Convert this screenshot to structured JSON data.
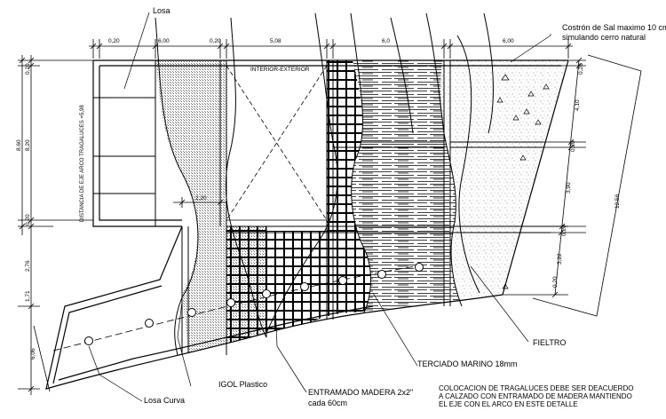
{
  "labels": {
    "losa": "Losa",
    "costron_line1": "Costrón de Sal maximo 10 cm",
    "costron_line2": "simulando cerro natural",
    "interior_exterior": "INTERIOR-EXTERIOR",
    "fieltro": "FIELTRO",
    "terciado": "TERCIADO MARINO 18mm",
    "entramado_line1": "ENTRAMADO MADERA 2x2\"",
    "entramado_line2": "cada 60cm",
    "igol": "IGOL Plastico",
    "losa_curva": "Losa Curva",
    "note_line1": "COLOCACION DE TRAGALUCES DEBE SER DEACUERDO",
    "note_line2": "A CALZADO CON ENTRAMADO DE MADERA MANTIENDO",
    "note_line3": "EL EJE CON EL ARCO EN ESTE DETALLE",
    "eje_vertical": "DISTANCIA DE EJE ARCO TRAGALUCES =5,98"
  },
  "dimensions": {
    "top": [
      "0,20",
      "6,00",
      "0,20",
      "5,08",
      "6,0",
      "6,00"
    ],
    "left": [
      "0,20",
      "8,20",
      "0,20",
      "2,76",
      "1,71"
    ],
    "left_outer": "8,60",
    "bottom_left": "6,06",
    "inner": "2,20",
    "right": [
      "0,20",
      "4,10",
      "0,20",
      "3,90",
      "0,20",
      "3,22",
      "0,20"
    ],
    "right_total": "12,56"
  }
}
